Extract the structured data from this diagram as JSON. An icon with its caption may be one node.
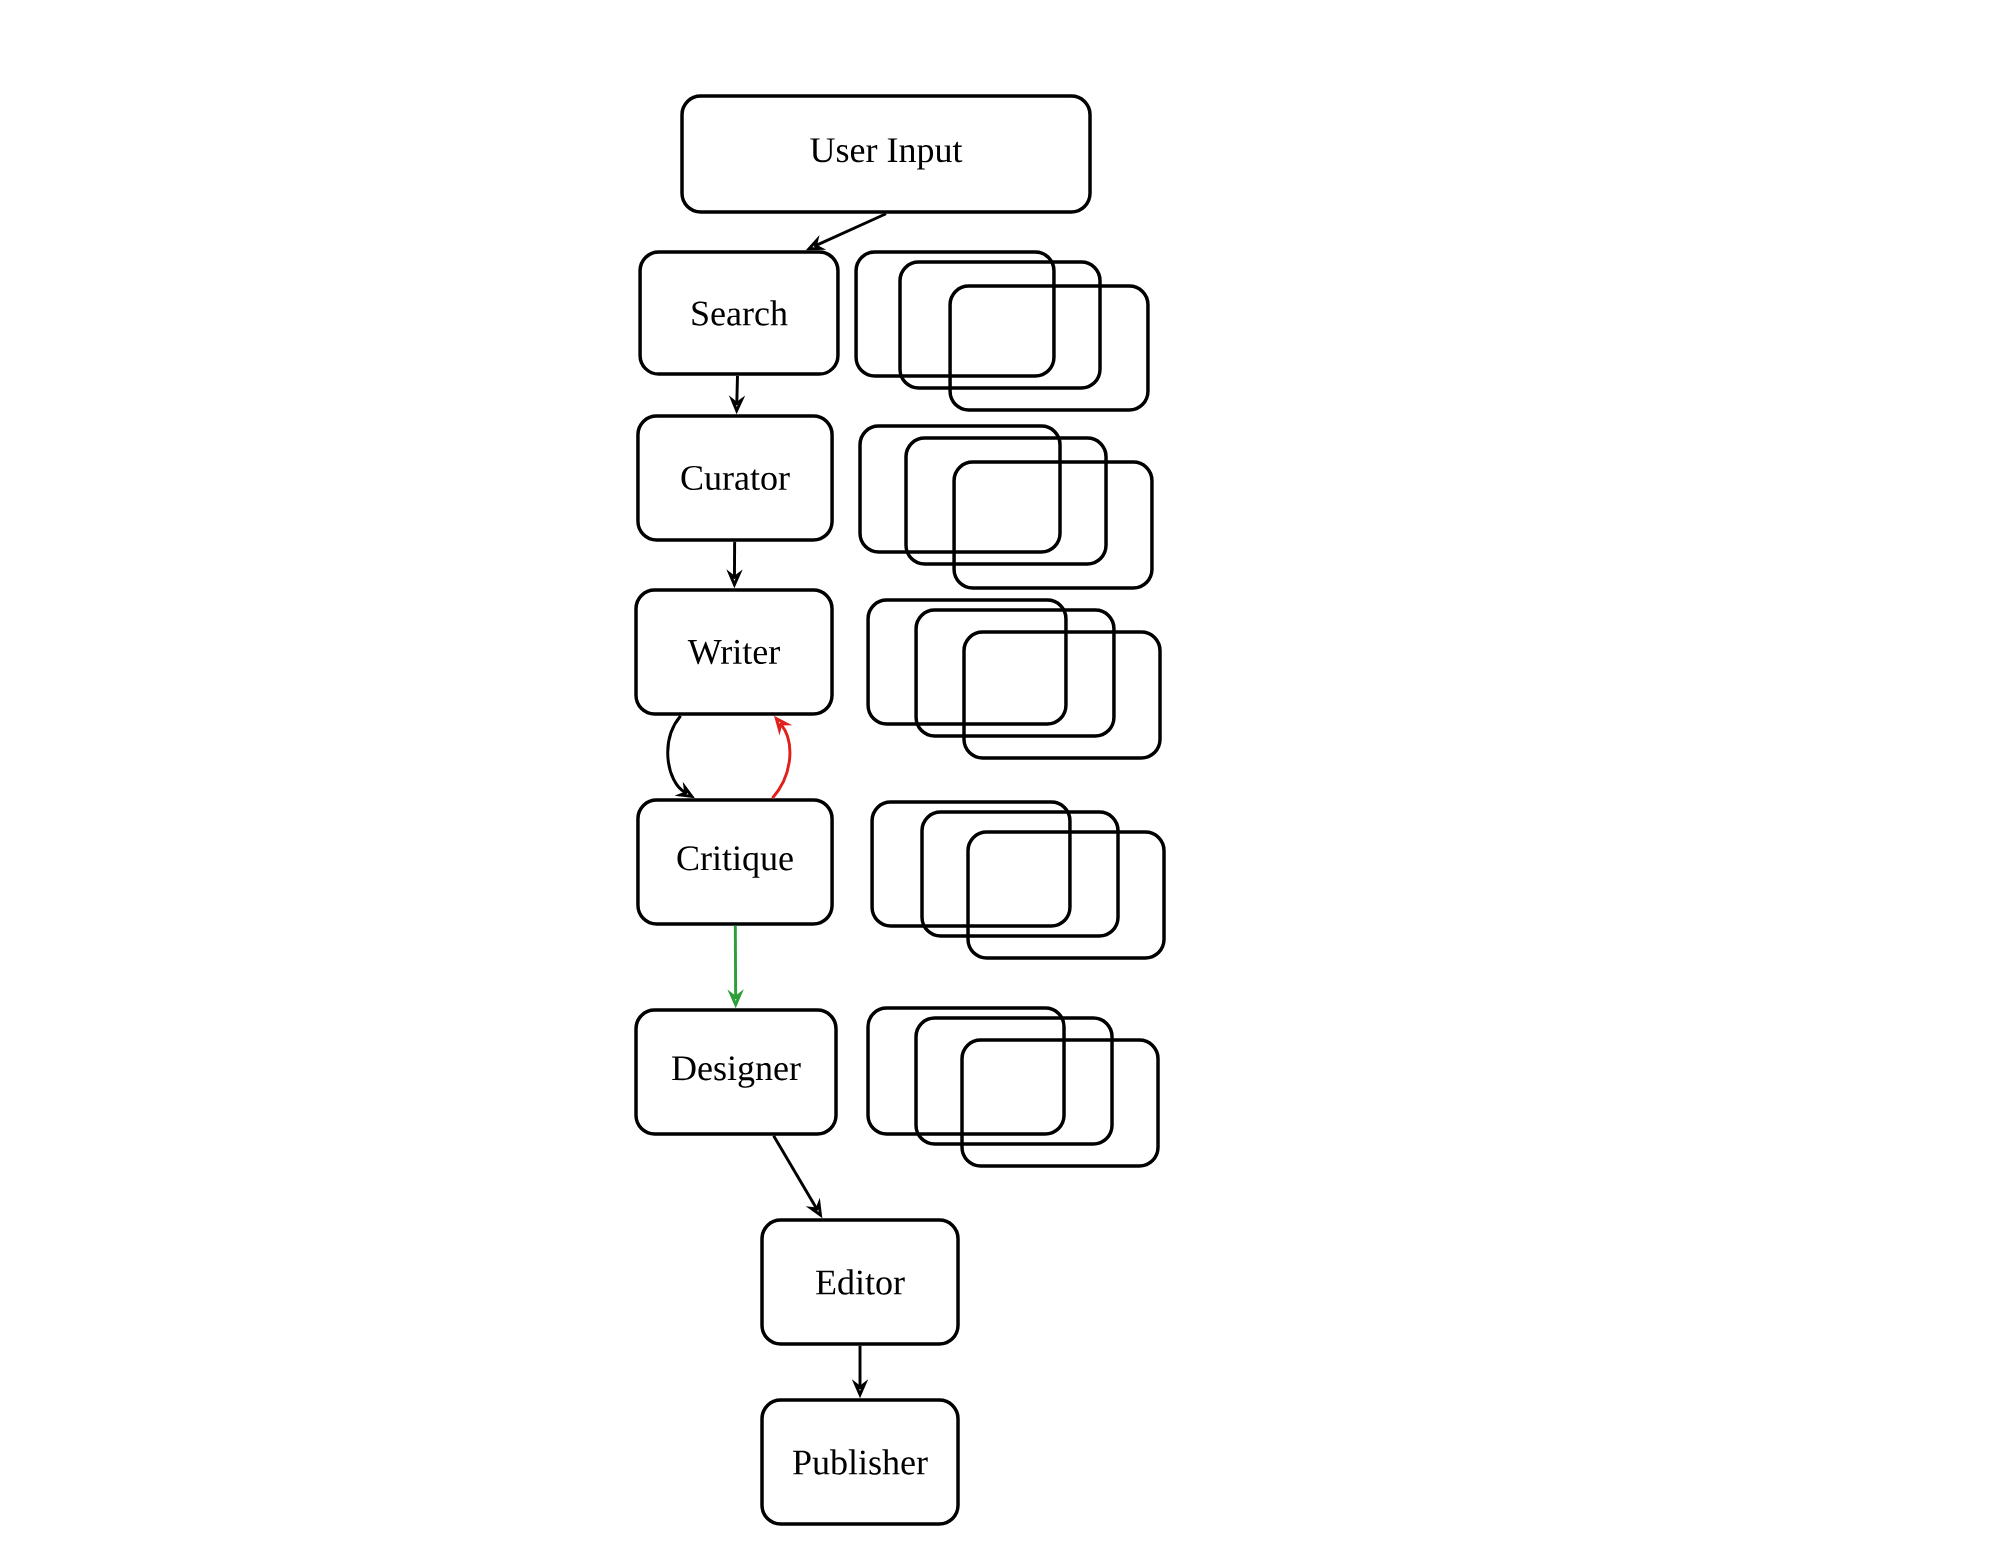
{
  "diagram": {
    "nodes": [
      {
        "text": [
          "User Input"
        ]
      },
      {
        "text": [
          "Search"
        ]
      },
      {
        "text": [
          "Curator"
        ]
      },
      {
        "text": [
          "Writer"
        ]
      },
      {
        "text": [
          "Critique"
        ]
      },
      {
        "text": [
          "Designer"
        ]
      },
      {
        "text": [
          "Editor"
        ]
      },
      {
        "text": [
          "Publisher"
        ]
      },
      {
        "text": [],
        "shape": "box"
      },
      {
        "text": [],
        "shape": "box"
      },
      {
        "text": [],
        "shape": "box"
      },
      {
        "text": [],
        "shape": "box"
      },
      {
        "text": [],
        "shape": "box"
      },
      {
        "text": [],
        "shape": "box"
      },
      {
        "text": [],
        "shape": "box"
      },
      {
        "text": [],
        "shape": "box"
      },
      {
        "text": [],
        "shape": "box"
      },
      {
        "text": [],
        "shape": "box"
      },
      {
        "text": [],
        "shape": "box"
      },
      {
        "text": [],
        "shape": "box"
      },
      {
        "text": [],
        "shape": "box"
      },
      {
        "text": [],
        "shape": "box"
      },
      {
        "text": [],
        "shape": "box"
      }
    ],
    "edges": [
      {
        "from": 0,
        "to": 1,
        "arrow": "to"
      },
      {
        "from": 1,
        "to": 2,
        "arrow": "to"
      },
      {
        "from": 2,
        "to": 3,
        "arrow": "to"
      },
      {
        "from": 3,
        "to": 4,
        "arrow": "to"
      },
      {
        "from": 4,
        "to": 3,
        "arrow": "to",
        "color": "#e0201b"
      },
      {
        "from": 4,
        "to": 5,
        "arrow": "to",
        "color": "#2e9e3a"
      },
      {
        "from": 5,
        "to": 6,
        "arrow": "to"
      },
      {
        "from": 6,
        "to": 7,
        "arrow": "to"
      }
    ]
  }
}
